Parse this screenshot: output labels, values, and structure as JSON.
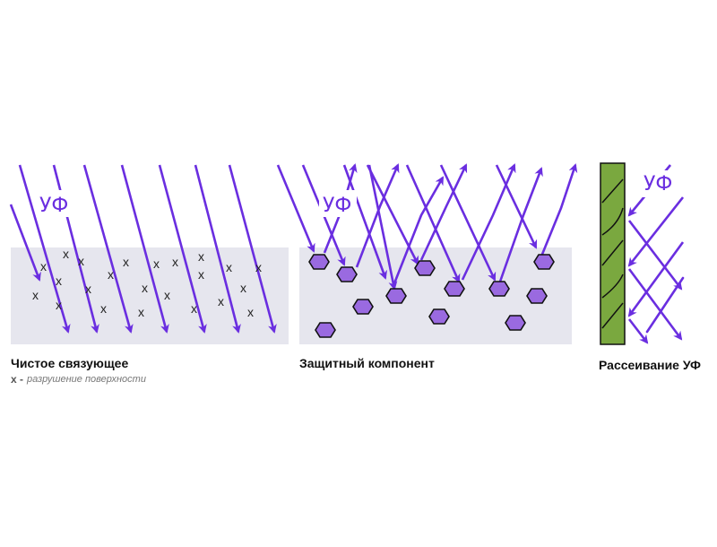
{
  "colors": {
    "uv": "#6a2ee0",
    "matrix": "#e6e6ee",
    "particle_fill": "#9a6ae0",
    "particle_stroke": "#111111",
    "film": "#7aa83f"
  },
  "panels": {
    "pure_binder": {
      "uv_label": "УФ",
      "caption": "Чистое связующее",
      "legend_mark": "x -",
      "legend_text": "разрушение поверхности",
      "damage_mark": "x"
    },
    "protective_component": {
      "uv_label": "УФ",
      "caption": "Защитный компонент"
    },
    "uv_scattering": {
      "uv_label": "УФ",
      "caption": "Рассеивание УФ"
    }
  }
}
